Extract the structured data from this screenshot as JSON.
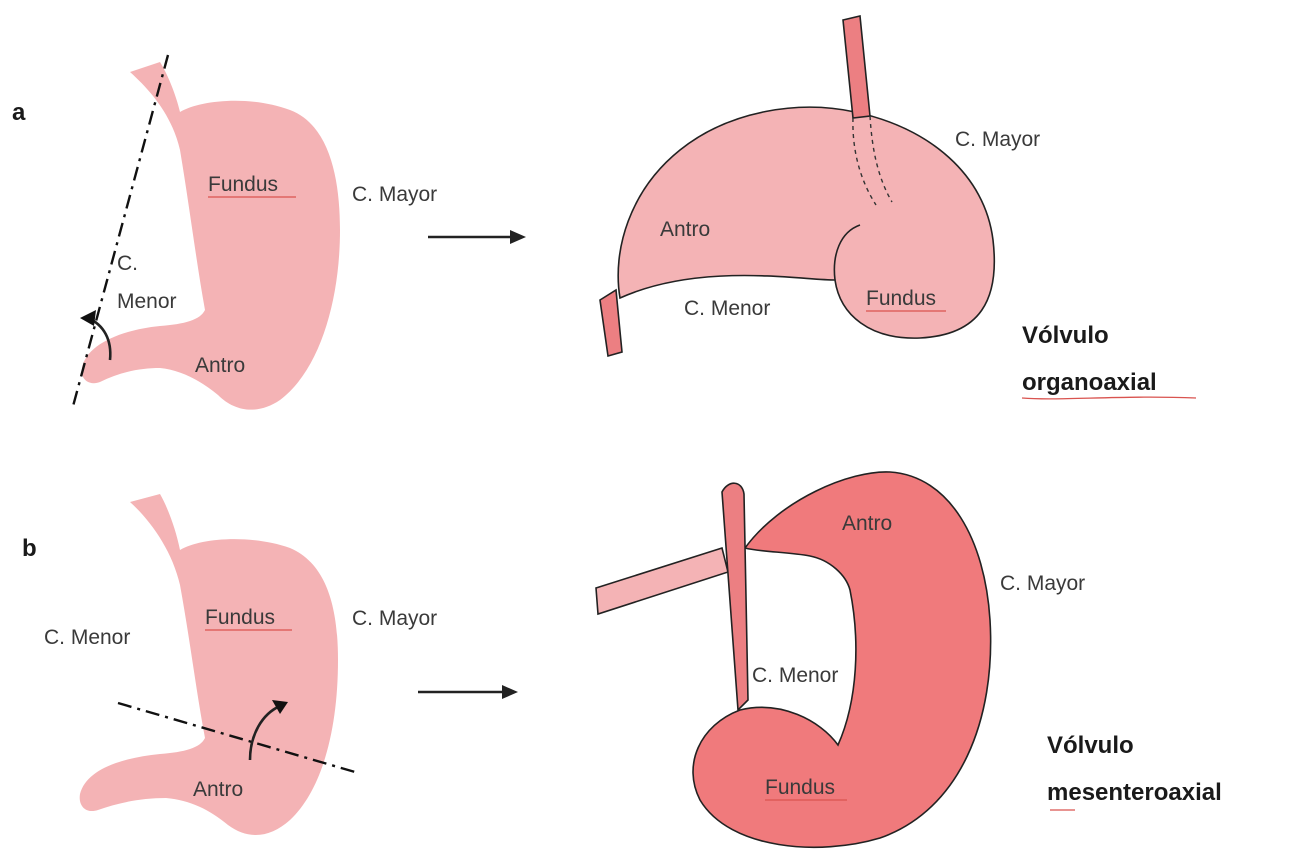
{
  "colors": {
    "stomach_light": "#f4b3b5",
    "stomach_medium": "#f29c9e",
    "stomach_dark": "#f07a7c",
    "esophagus": "#ec7f82",
    "outline": "#222222"
  },
  "panel_a": {
    "letter": "a",
    "before": {
      "fundus": "Fundus",
      "c_mayor": "C. Mayor",
      "c_menor_line1": "C.",
      "c_menor_line2": "Menor",
      "antro": "Antro"
    },
    "after": {
      "c_mayor": "C. Mayor",
      "antro": "Antro",
      "c_menor": "C. Menor",
      "fundus": "Fundus"
    },
    "title_line1": "Vólvulo",
    "title_line2": "organoaxial"
  },
  "panel_b": {
    "letter": "b",
    "before": {
      "fundus": "Fundus",
      "c_menor": "C. Menor",
      "c_mayor": "C. Mayor",
      "antro": "Antro"
    },
    "after": {
      "antro": "Antro",
      "c_mayor": "C. Mayor",
      "c_menor": "C. Menor",
      "fundus": "Fundus"
    },
    "title_line1": "Vólvulo",
    "title_line2": "mesenteroaxial"
  }
}
